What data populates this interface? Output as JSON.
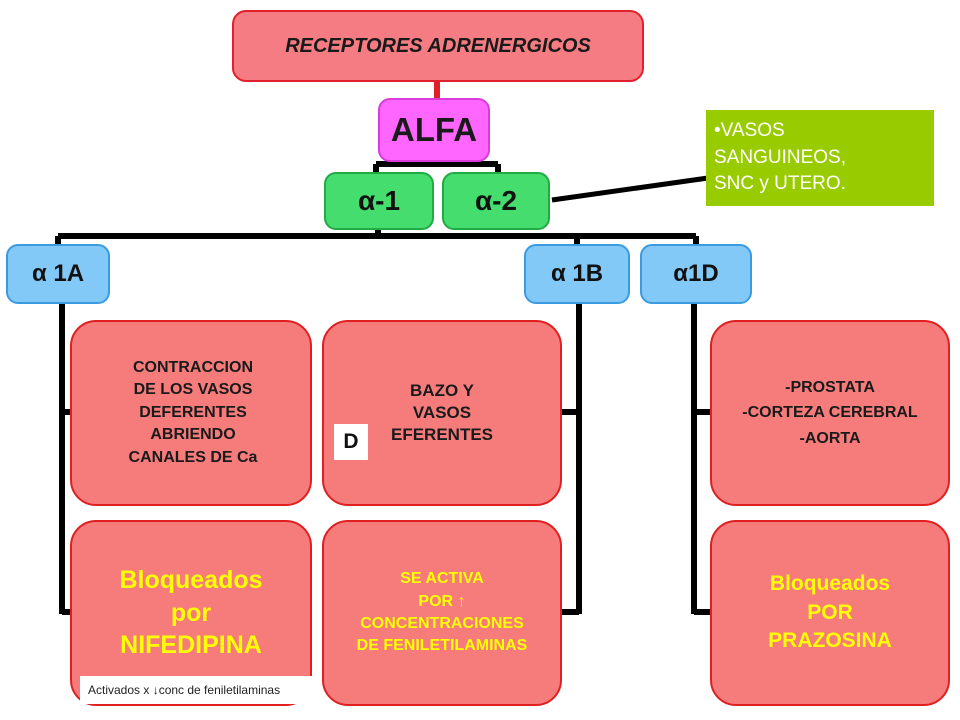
{
  "root": {
    "label": "RECEPTORES ADRENERGICOS"
  },
  "alfa": {
    "label": "ALFA"
  },
  "alpha1": {
    "label": "α-1"
  },
  "alpha2": {
    "label": "α-2"
  },
  "alpha1a": {
    "label": "α 1A"
  },
  "alpha1b": {
    "label": "α 1B"
  },
  "alpha1d": {
    "label": "α1D"
  },
  "boxes": {
    "a1a_function": "CONTRACCION\nDE LOS VASOS\nDEFERENTES\nABRIENDO\nCANALES DE Ca",
    "a1b_location": "BAZO Y\nVASOS\nEFERENTES",
    "a1d_location": "-PROSTATA\n-CORTEZA CEREBRAL\n-AORTA",
    "a1a_blocker": "Bloqueados\npor\nNIFEDIPINA",
    "a1b_activation": "SE ACTIVA\nPOR ↑\nCONCENTRACIONES\nDE FENILETILAMINAS",
    "a1d_blocker": "Bloqueados\nPOR\nPRAZOSINA"
  },
  "note": {
    "text": "•VASOS\nSANGUINEOS,\nSNC y UTERO."
  },
  "d_letter": "D",
  "footnote": "Activados x ↓conc de feniletilaminas",
  "colors": {
    "root": "#f47c82",
    "alfa": "#ff66ff",
    "green": "#44dd6e",
    "blue": "#82c9f7",
    "red": "#f67c7c",
    "note": "#99cc00",
    "yellow_text": "#ffff00"
  }
}
